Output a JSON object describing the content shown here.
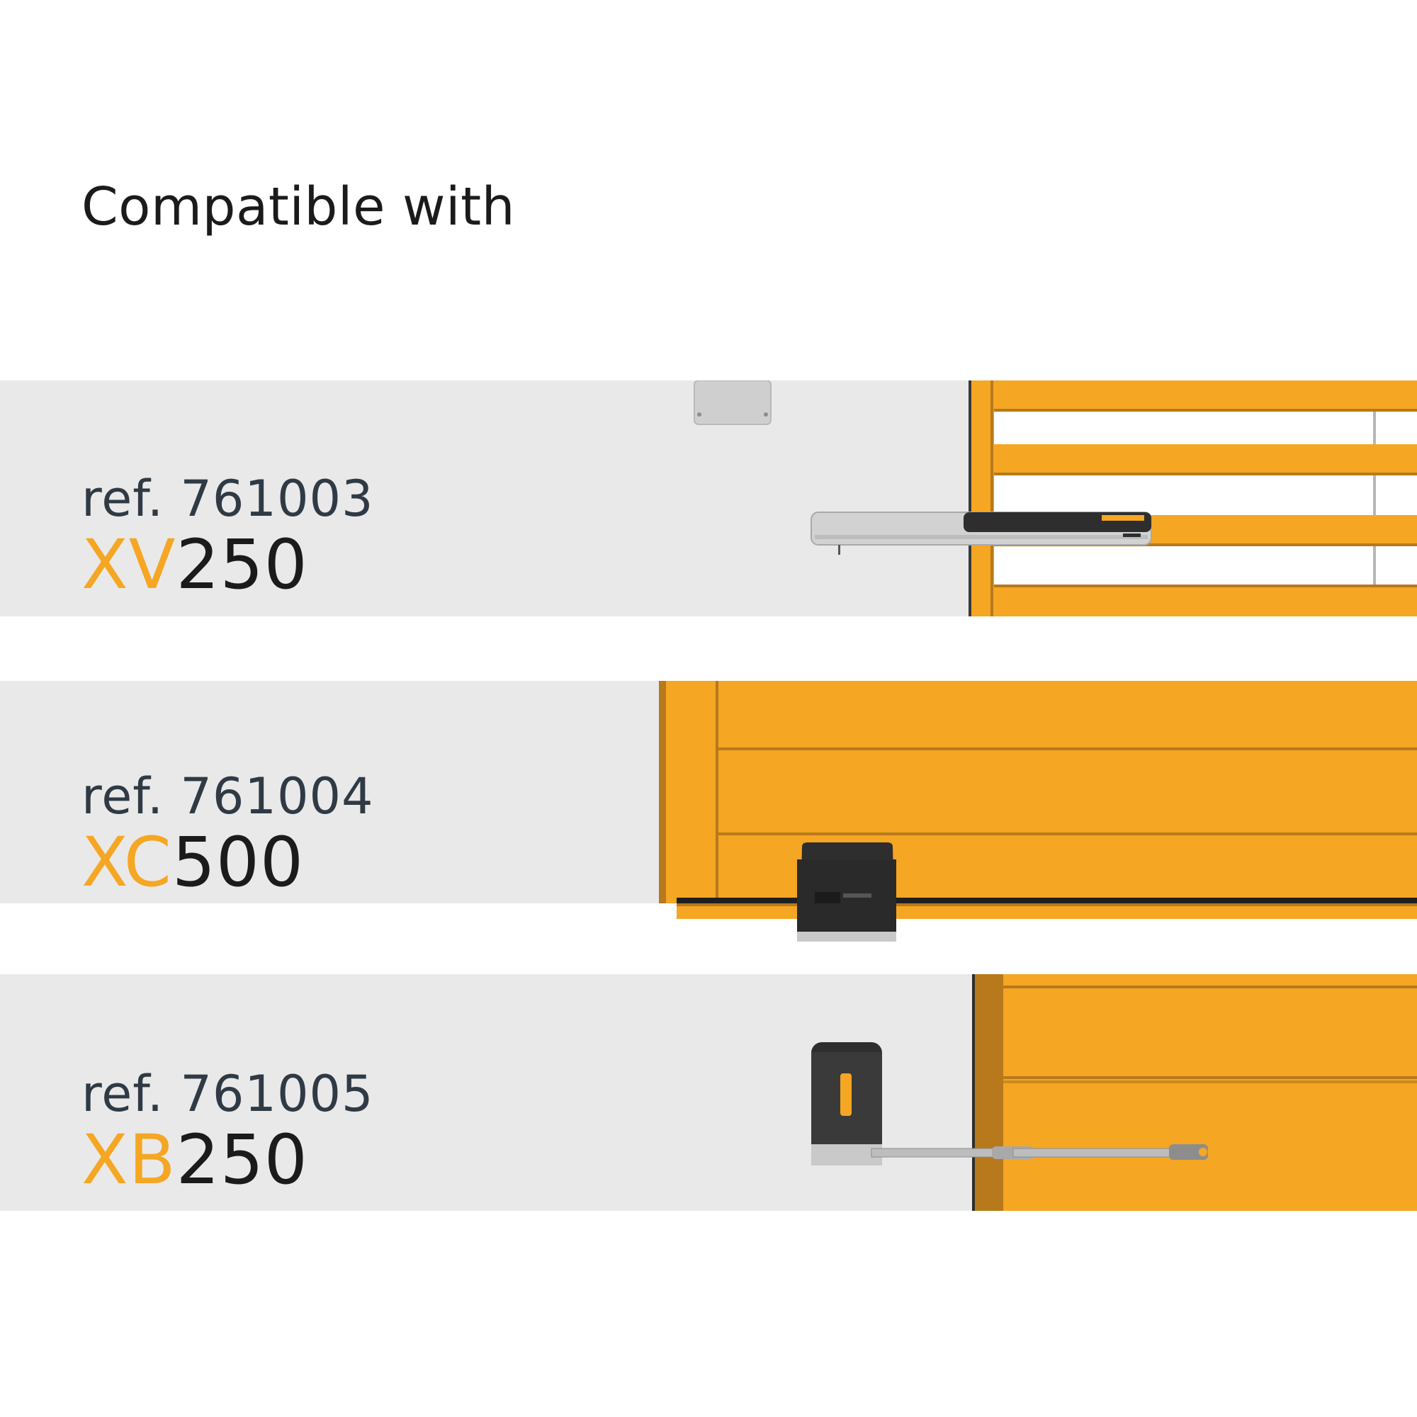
{
  "title": "Compatible with",
  "colors": {
    "accent": "#f5a623",
    "dark": "#1b1b1b",
    "ref_text": "#2f3a44",
    "band_bg": "#e9e9e9"
  },
  "products": [
    {
      "ref": "ref. 761003",
      "prefix": "XV",
      "number": "250",
      "motor": "sliding-gate-motor-flat",
      "gate": "slatted-gate"
    },
    {
      "ref": "ref. 761004",
      "prefix": "XC",
      "number": "500",
      "motor": "sliding-gate-motor-rack",
      "gate": "panel-gate"
    },
    {
      "ref": "ref. 761005",
      "prefix": "XB",
      "number": "250",
      "motor": "swing-gate-motor-arm",
      "gate": "panel-gate"
    }
  ]
}
